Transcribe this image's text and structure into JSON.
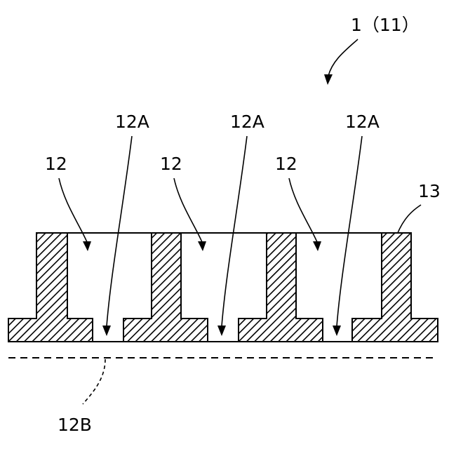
{
  "figure": {
    "device_label": "1（11）",
    "openings": [
      {
        "label": "12",
        "bottom_label": "12A"
      },
      {
        "label": "12",
        "bottom_label": "12A"
      },
      {
        "label": "12",
        "bottom_label": "12A"
      }
    ],
    "wall_label": "13",
    "bottom_plane_label": "12B",
    "colors": {
      "line": "#000000",
      "background": "#ffffff"
    }
  }
}
